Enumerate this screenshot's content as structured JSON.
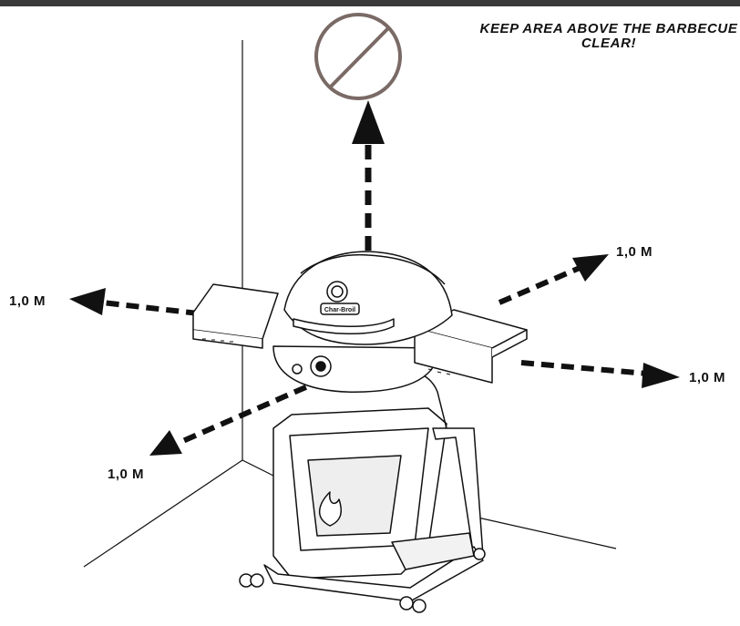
{
  "warning": {
    "line1": "KEEP AREA ABOVE THE BARBECUE",
    "line2": "CLEAR!"
  },
  "clearances": {
    "left": "1,0 M",
    "front_left": "1,0 M",
    "back_right": "1,0 M",
    "right": "1,0 M"
  },
  "colors": {
    "prohibition_sign": "#7a6a66",
    "ink": "#111111"
  },
  "logo": "Char-Broil"
}
